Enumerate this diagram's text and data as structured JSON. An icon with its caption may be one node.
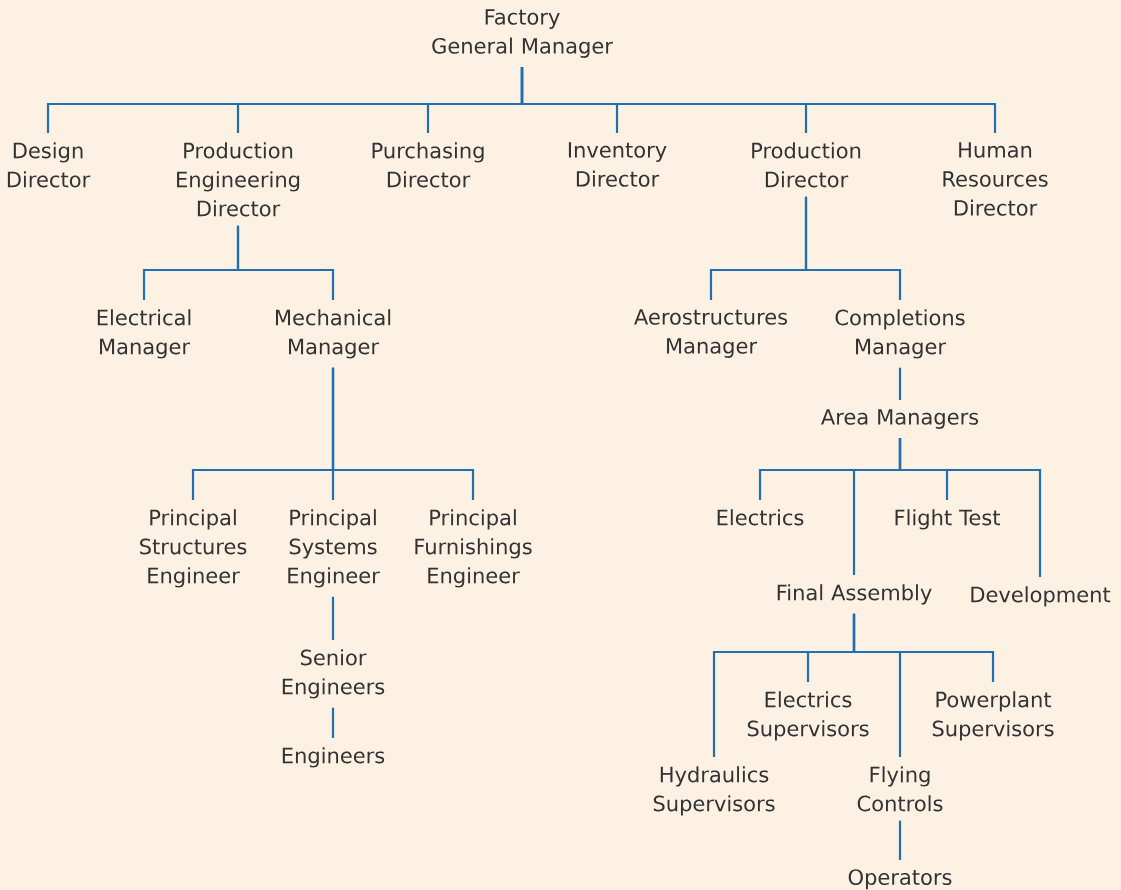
{
  "diagram": {
    "nodes": [
      {
        "text": [
          "Factory General Manager"
        ]
      },
      {
        "text": [
          "Design Director"
        ]
      },
      {
        "text": [
          "Production Engineering Director"
        ]
      },
      {
        "text": [
          "Purchasing Director"
        ]
      },
      {
        "text": [
          "Inventory Director"
        ]
      },
      {
        "text": [
          "Production Director"
        ]
      },
      {
        "text": [
          "Human Resources Director"
        ]
      },
      {
        "text": [
          "Electrical Manager"
        ]
      },
      {
        "text": [
          "Mechanical Manager"
        ]
      },
      {
        "text": [
          "Principal Structures Engineer"
        ]
      },
      {
        "text": [
          "Principal Systems Engineer"
        ]
      },
      {
        "text": [
          "Principal Furnishings Engineer"
        ]
      },
      {
        "text": [
          "Senior Engineers"
        ]
      },
      {
        "text": [
          "Engineers"
        ]
      },
      {
        "text": [
          "Aerostructures Manager"
        ]
      },
      {
        "text": [
          "Completions Manager"
        ]
      },
      {
        "text": [
          "Area Managers"
        ]
      },
      {
        "text": [
          "Electrics"
        ]
      },
      {
        "text": [
          "Flight Test"
        ]
      },
      {
        "text": [
          "Final Assembly"
        ]
      },
      {
        "text": [
          "Development"
        ]
      },
      {
        "text": [
          "Hydraulics Supervisors"
        ]
      },
      {
        "text": [
          "Electrics Supervisors"
        ]
      },
      {
        "text": [
          "Flying Controls"
        ]
      },
      {
        "text": [
          "Powerplant Supervisors"
        ]
      },
      {
        "text": [
          "Operators"
        ]
      }
    ],
    "edges": [
      {
        "from": 0,
        "to": 1,
        "arrow": "none"
      },
      {
        "from": 0,
        "to": 2,
        "arrow": "none"
      },
      {
        "from": 0,
        "to": 3,
        "arrow": "none"
      },
      {
        "from": 0,
        "to": 4,
        "arrow": "none"
      },
      {
        "from": 0,
        "to": 5,
        "arrow": "none"
      },
      {
        "from": 0,
        "to": 6,
        "arrow": "none"
      },
      {
        "from": 2,
        "to": 7,
        "arrow": "none"
      },
      {
        "from": 2,
        "to": 8,
        "arrow": "none"
      },
      {
        "from": 8,
        "to": 9,
        "arrow": "none"
      },
      {
        "from": 8,
        "to": 10,
        "arrow": "none"
      },
      {
        "from": 8,
        "to": 11,
        "arrow": "none"
      },
      {
        "from": 10,
        "to": 12,
        "arrow": "none"
      },
      {
        "from": 12,
        "to": 13,
        "arrow": "none"
      },
      {
        "from": 5,
        "to": 14,
        "arrow": "none"
      },
      {
        "from": 5,
        "to": 15,
        "arrow": "none"
      },
      {
        "from": 15,
        "to": 16,
        "arrow": "none"
      },
      {
        "from": 16,
        "to": 17,
        "arrow": "none"
      },
      {
        "from": 16,
        "to": 18,
        "arrow": "none"
      },
      {
        "from": 16,
        "to": 19,
        "arrow": "none"
      },
      {
        "from": 16,
        "to": 20,
        "arrow": "none"
      },
      {
        "from": 19,
        "to": 21,
        "arrow": "none"
      },
      {
        "from": 19,
        "to": 22,
        "arrow": "none"
      },
      {
        "from": 19,
        "to": 23,
        "arrow": "none"
      },
      {
        "from": 19,
        "to": 24,
        "arrow": "none"
      },
      {
        "from": 23,
        "to": 25,
        "arrow": "none"
      }
    ]
  }
}
